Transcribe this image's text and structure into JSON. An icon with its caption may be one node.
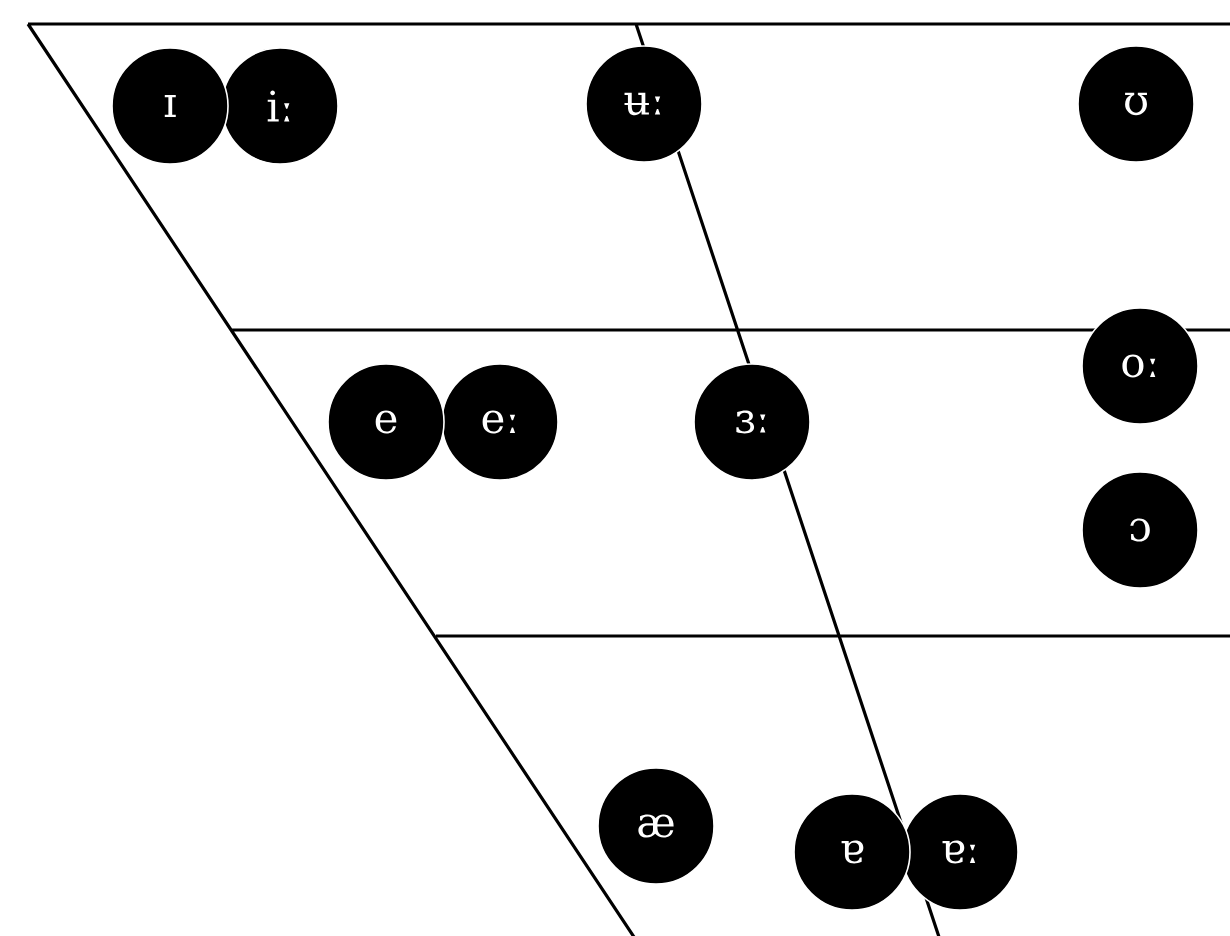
{
  "diagram": {
    "nodes": [
      {
        "text": [
          "ɪ"
        ]
      },
      {
        "text": [
          "iː"
        ]
      },
      {
        "text": [
          "ʉː"
        ]
      },
      {
        "text": [
          "ʊ"
        ]
      },
      {
        "text": [
          "oː"
        ]
      },
      {
        "text": [
          "e"
        ]
      },
      {
        "text": [
          "eː"
        ]
      },
      {
        "text": [
          "ɜː"
        ]
      },
      {
        "text": [
          "ɔ"
        ]
      },
      {
        "text": [
          "æ"
        ]
      },
      {
        "text": [
          "ɐ"
        ]
      },
      {
        "text": [
          "ɐː"
        ]
      }
    ]
  }
}
